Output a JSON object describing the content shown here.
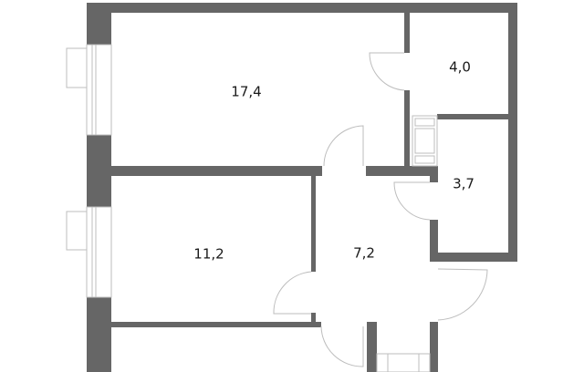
{
  "rooms": [
    {
      "id": "living-room",
      "area": "17,4"
    },
    {
      "id": "bathroom",
      "area": "4,0"
    },
    {
      "id": "toilet",
      "area": "3,7"
    },
    {
      "id": "bedroom",
      "area": "11,2"
    },
    {
      "id": "hallway",
      "area": "7,2"
    }
  ],
  "colors": {
    "wall": "#666666",
    "fixture": "#bdbdbd"
  }
}
